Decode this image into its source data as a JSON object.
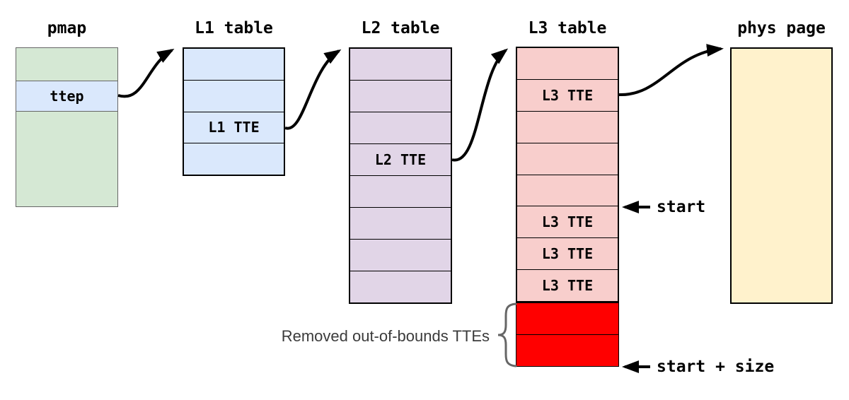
{
  "tables": {
    "pmap": {
      "title": "pmap",
      "cell": "ttep"
    },
    "l1": {
      "title": "L1 table",
      "cell": "L1 TTE"
    },
    "l2": {
      "title": "L2 table",
      "cell": "L2 TTE"
    },
    "l3": {
      "title": "L3 table",
      "cells": [
        "L3 TTE",
        "L3 TTE",
        "L3 TTE",
        "L3 TTE"
      ]
    },
    "phys": {
      "title": "phys page"
    }
  },
  "annotations": {
    "start": "start",
    "start_plus_size": "start + size",
    "removed": "Removed out-of-bounds TTEs"
  },
  "colors": {
    "pmap_fill": "#d5e8d4",
    "ttep_fill": "#dae8fc",
    "l1_fill": "#dae8fc",
    "l2_fill": "#e1d5e7",
    "l3_fill": "#f8cecc",
    "phys_fill": "#fff2cc",
    "removed_fill": "#ff0000",
    "arrow": "#000000",
    "brace": "#666666"
  }
}
